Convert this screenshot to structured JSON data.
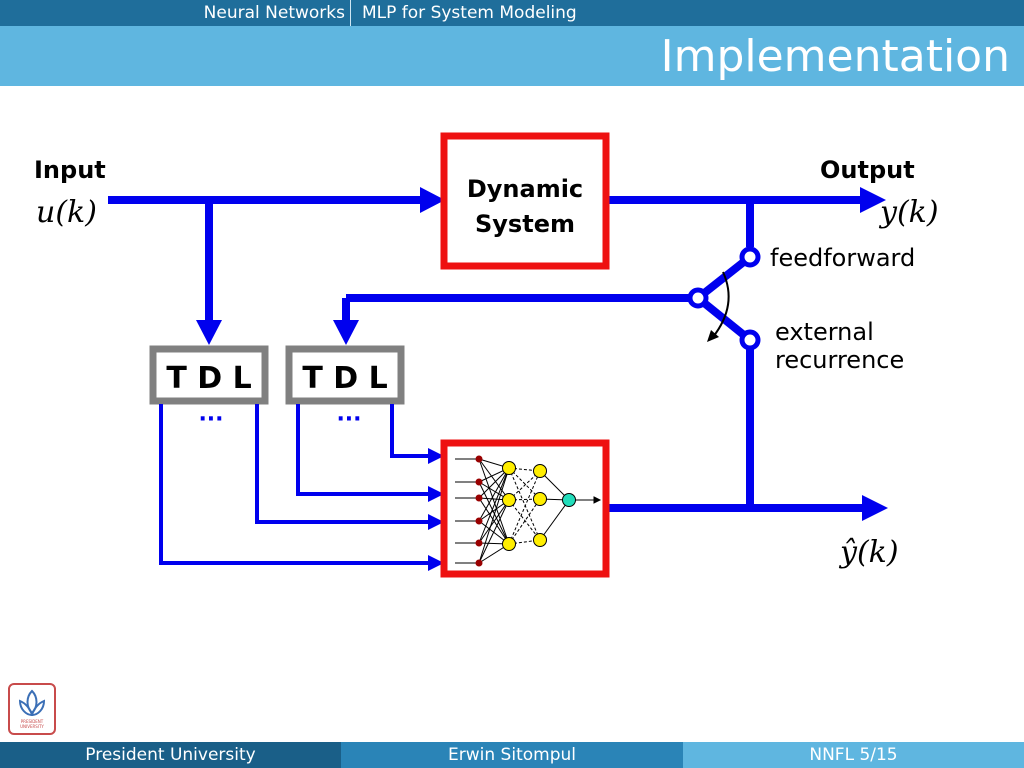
{
  "header": {
    "section_left": "Neural Networks",
    "section_right": "MLP for System Modeling",
    "title": "Implementation"
  },
  "diagram": {
    "input_label": "Input",
    "input_signal": "u(k)",
    "output_label": "Output",
    "output_signal": "y(k)",
    "system_line1": "Dynamic",
    "system_line2": "System",
    "tdl1": "T D L",
    "tdl2": "T D L",
    "dots1": "···",
    "dots2": "···",
    "feedforward_label": "feedforward",
    "external_line1": "external",
    "external_line2": "recurrence",
    "model_output": "ŷ(k)"
  },
  "colors": {
    "signal": "#0000ee",
    "box_red": "#ee1111",
    "tdl_gray": "#808080",
    "neuron_yellow": "#ffee00",
    "neuron_output": "#22ddbb",
    "neuron_input": "#990000"
  },
  "footer": {
    "left": "President University",
    "center": "Erwin Sitompul",
    "right": "NNFL 5/15"
  },
  "logo": {
    "text": "PRESIDENT UNIVERSITY"
  }
}
